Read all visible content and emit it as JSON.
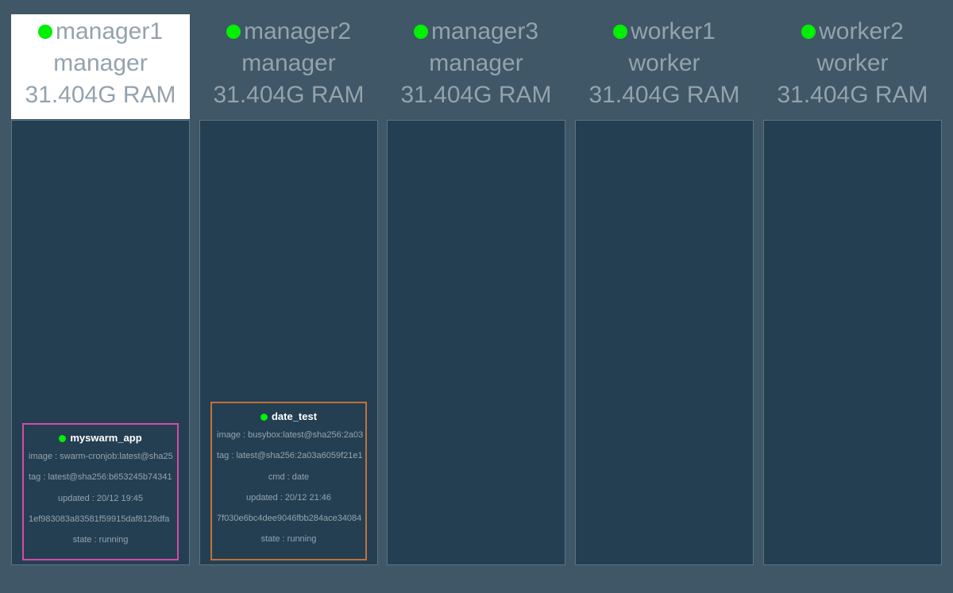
{
  "nodes": [
    {
      "name": "manager1",
      "role": "manager",
      "ram": "31.404G RAM",
      "selected": true
    },
    {
      "name": "manager2",
      "role": "manager",
      "ram": "31.404G RAM",
      "selected": false
    },
    {
      "name": "manager3",
      "role": "manager",
      "ram": "31.404G RAM",
      "selected": false
    },
    {
      "name": "worker1",
      "role": "worker",
      "ram": "31.404G RAM",
      "selected": false
    },
    {
      "name": "worker2",
      "role": "worker",
      "ram": "31.404G RAM",
      "selected": false
    }
  ],
  "services": {
    "myswarm_app": {
      "name": "myswarm_app",
      "border_color": "#d64aa8",
      "image": "image : swarm-cronjob:latest@sha25",
      "tag": "tag : latest@sha256:b653245b74341",
      "updated": "updated : 20/12 19:45",
      "id": "1ef983083a83581f59915daf8128dfa",
      "state": "state : running"
    },
    "date_test": {
      "name": "date_test",
      "border_color": "#c2713a",
      "image": "image : busybox:latest@sha256:2a03",
      "tag": "tag : latest@sha256:2a03a6059f21e1",
      "cmd": "cmd : date",
      "updated": "updated : 20/12 21:46",
      "id": "7f030e6bc4dee9046fbb284ace34084",
      "state": "state : running"
    }
  },
  "colors": {
    "background": "#3f5766",
    "column_body": "#243f52",
    "status_running": "#00f000",
    "header_text": "#93a3ae"
  }
}
